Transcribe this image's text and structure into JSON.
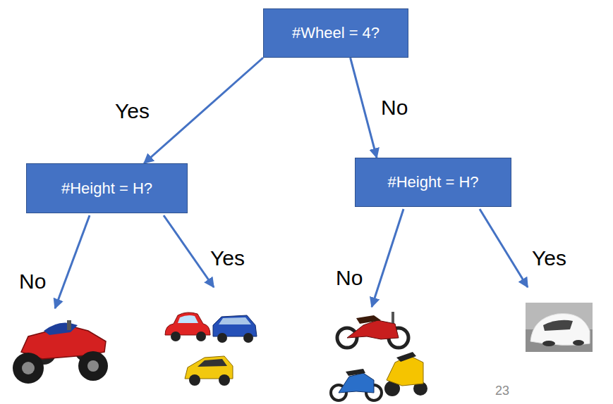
{
  "diagram": {
    "nodes": [
      {
        "text": [
          "#Wheel = 4?"
        ]
      },
      {
        "text": [
          "#Height = H?"
        ]
      },
      {
        "text": [
          "#Height = H?"
        ]
      }
    ],
    "edges": [
      {
        "from": 0,
        "to": 1,
        "arrow": "to",
        "label": "Yes"
      },
      {
        "from": 0,
        "to": 2,
        "arrow": "to",
        "label": "No"
      }
    ],
    "labels": [
      "No",
      "Yes",
      "No",
      "Yes",
      "23"
    ]
  }
}
